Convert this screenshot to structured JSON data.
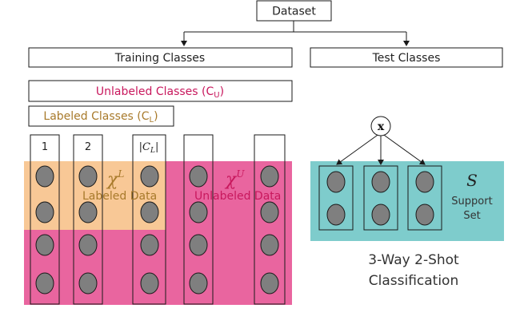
{
  "colors": {
    "labeled_fill": "#f8c896",
    "unlabeled_fill": "#e9659f",
    "unlabeled_text": "#c8185d",
    "labeled_text": "#a87a2b",
    "support_fill": "#7ecccc",
    "node_fill": "#7f7f7f",
    "line": "#1a1a1a"
  },
  "hierarchy": {
    "root": "Dataset",
    "training": "Training Classes",
    "test": "Test Classes"
  },
  "training": {
    "unlabeled_classes": "Unlabeled Classes (C",
    "unlabeled_sub": "U",
    "labeled_classes": "Labeled Classes (C",
    "labeled_sub": "L",
    "close_paren": ")",
    "column_labels": [
      "1",
      "2",
      "|C",
      "L",
      "|"
    ],
    "x_symbol": "χ",
    "labeled_sup": "L",
    "unlabeled_sup": "U",
    "labeled_data": "Labeled Data",
    "unlabeled_data": "Unlabeled Data"
  },
  "test": {
    "query": "x",
    "support_symbol": "S",
    "support_label_1": "Support",
    "support_label_2": "Set",
    "caption_1": "3-Way 2-Shot",
    "caption_2": "Classification"
  }
}
